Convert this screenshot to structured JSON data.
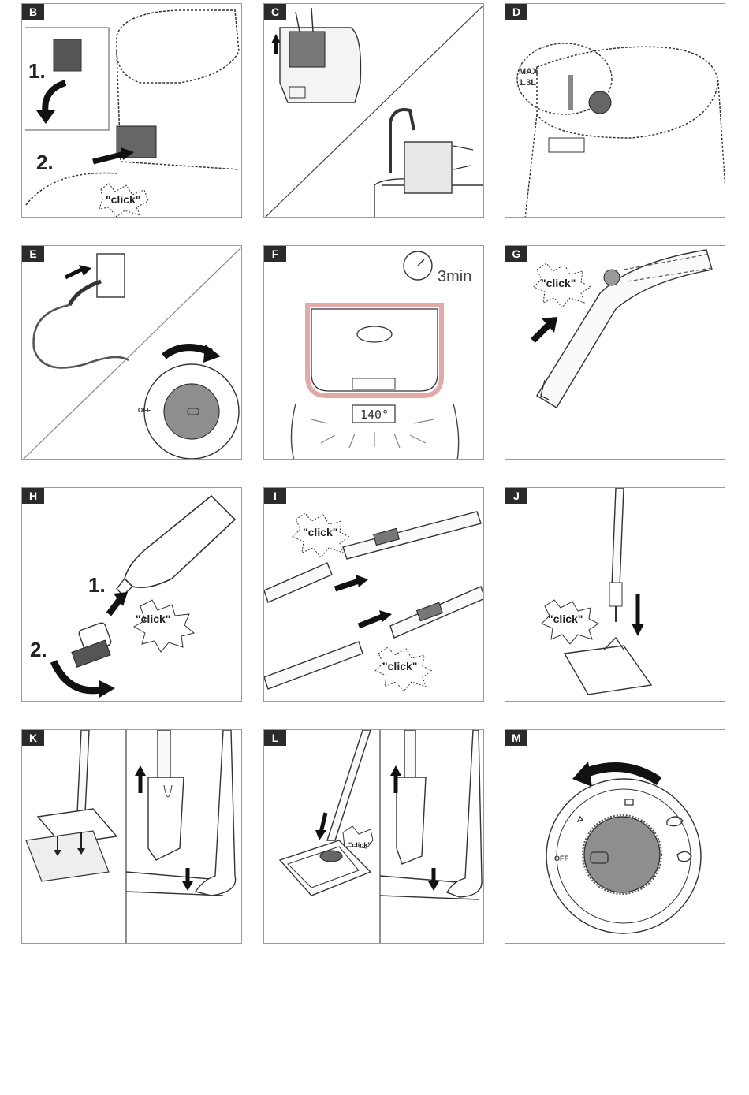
{
  "panels": [
    {
      "letter": "B"
    },
    {
      "letter": "C"
    },
    {
      "letter": "D"
    },
    {
      "letter": "E"
    },
    {
      "letter": "F"
    },
    {
      "letter": "G"
    },
    {
      "letter": "H"
    },
    {
      "letter": "I"
    },
    {
      "letter": "J"
    },
    {
      "letter": "K"
    },
    {
      "letter": "L"
    },
    {
      "letter": "M"
    }
  ],
  "labels": {
    "step1": "1.",
    "step2": "2.",
    "click": "\"click\"",
    "max_line1": "MAX",
    "max_line2": "1.3L",
    "timer": "3min",
    "temperature": "140°",
    "off": "OFF"
  },
  "colors": {
    "tag_bg": "#2b2b2b",
    "line": "#333333",
    "dial": "#8e8e8e"
  }
}
